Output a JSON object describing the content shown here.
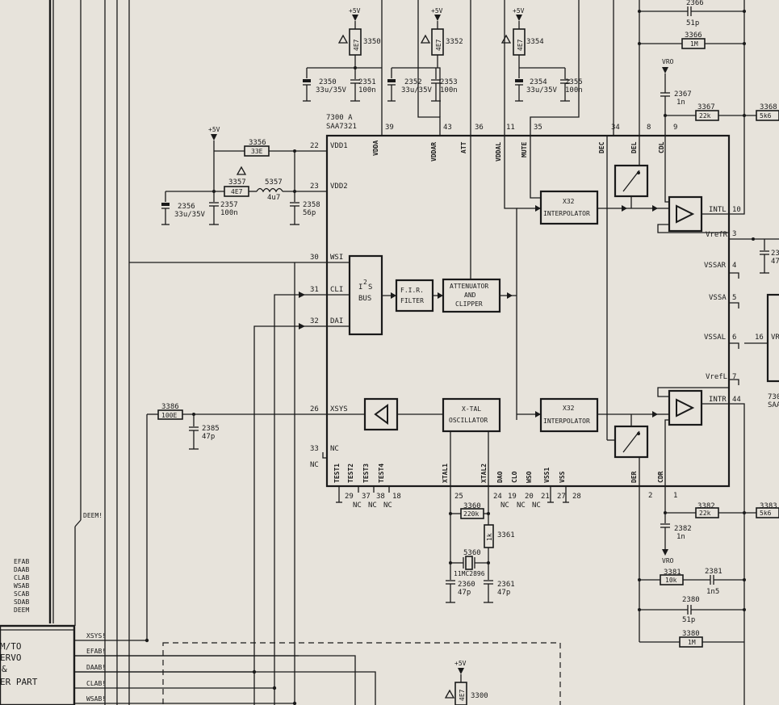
{
  "chip": {
    "ref": "7300 A",
    "type": "SAA7321",
    "ref_partial": "730",
    "type_partial": "SAA"
  },
  "power": {
    "plus5v": "+5V",
    "vro": "VRO",
    "nc": "NC"
  },
  "pins": {
    "p39": "39",
    "p43": "43",
    "p36": "36",
    "p11": "11",
    "p35": "35",
    "p34": "34",
    "p8": "8",
    "p9": "9",
    "p22": "22",
    "p23": "23",
    "p30": "30",
    "p31": "31",
    "p32": "32",
    "p26": "26",
    "p33": "33",
    "p29": "29",
    "p37": "37",
    "p38": "38",
    "p18": "18",
    "p25": "25",
    "p24": "24",
    "p19": "19",
    "p20": "20",
    "p21": "21",
    "p27": "27",
    "p28": "28",
    "p2": "2",
    "p1": "1",
    "p10": "10",
    "p3": "3",
    "p4": "4",
    "p5": "5",
    "p6": "6",
    "p7": "7",
    "p44": "44",
    "p16": "16"
  },
  "pin_names": {
    "vdd1": "VDD1",
    "vdd2": "VDD2",
    "vdda": "VDDA",
    "vddar": "VDDAR",
    "att": "ATT",
    "vddal": "VDDAL",
    "mute": "MUTE",
    "dec": "DEC",
    "del": "DEL",
    "cdl": "CDL",
    "wsi": "WSI",
    "cli": "CLI",
    "dai": "DAI",
    "xsys": "XSYS",
    "nc": "NC",
    "test1": "TEST1",
    "test2": "TEST2",
    "test3": "TEST3",
    "test4": "TEST4",
    "xtal1": "XTAL1",
    "xtal2": "XTAL2",
    "dao": "DAO",
    "clo": "CLO",
    "wso": "WSO",
    "vss1": "VSS1",
    "vss": "VSS",
    "der": "DER",
    "cdr": "CDR",
    "intl": "INTL",
    "vrefr": "VrefR",
    "vssar": "VSSAR",
    "vssa": "VSSA",
    "vssal": "VSSAL",
    "vrefl": "VrefL",
    "intr": "INTR",
    "vr": "VR"
  },
  "blocks": {
    "i2s_a": "I",
    "i2s_sup": "2",
    "i2s_b": "S",
    "bus": "BUS",
    "fir1": "F.I.R.",
    "fir2": "FILTER",
    "att1": "ATTENUATOR",
    "att2": "AND",
    "att3": "CLIPPER",
    "xtal1": "X-TAL",
    "xtal2": "OSCILLATOR",
    "interp1": "X32",
    "interp2": "INTERPOLATOR"
  },
  "components": {
    "r3350": "3350",
    "v3350": "4E7",
    "r3352": "3352",
    "v3352": "4E7",
    "r3354": "3354",
    "v3354": "4E7",
    "c2350": "2350",
    "v2350": "33u/35V",
    "c2351": "2351",
    "v2351": "100n",
    "c2352": "2352",
    "v2352": "33u/35V",
    "c2353": "2353",
    "v2353": "100n",
    "c2354": "2354",
    "v2354": "33u/35V",
    "c2355": "2355",
    "v2355": "100n",
    "r3356": "3356",
    "v3356": "33E",
    "r3357": "3357",
    "v3357": "4E7",
    "l5357": "5357",
    "v5357": "4u7",
    "c2356": "2356",
    "v2356": "33u/35V",
    "c2357": "2357",
    "v2357": "100n",
    "c2358": "2358",
    "v2358": "56p",
    "r3386": "3386",
    "v3386": "100E",
    "c2385": "2385",
    "v2385": "47p",
    "r3360": "3360",
    "v3360": "220k",
    "r3361": "3361",
    "v3361": "1k",
    "x5360": "5360",
    "v5360": "11MC2896",
    "c2360": "2360",
    "v2360": "47p",
    "c2361": "2361",
    "v2361": "47p",
    "c2366": "2366",
    "v2366": "51p",
    "r3366": "3366",
    "v3366": "1M",
    "c2367": "2367",
    "v2367": "1n",
    "r3367": "3367",
    "v3367": "22k",
    "r3368": "3368",
    "v3368": "5k6",
    "c23": "23",
    "v23": "47",
    "r3382": "3382",
    "v3382": "22k",
    "r3383": "3383",
    "v3383": "5k6",
    "c2382": "2382",
    "v2382": "1n",
    "r3381": "3381",
    "v3381": "10k",
    "c2381": "2381",
    "v2381": "1n5",
    "c2380": "2380",
    "v2380": "51p",
    "r3380": "3380",
    "v3380": "1M",
    "r3300": "3300",
    "v3300": "4E7"
  },
  "left": {
    "deem": "DEEM!",
    "bus_list": [
      "EFAB",
      "DAAB",
      "CLAB",
      "WSAB",
      "SCAB",
      "SDAB",
      "DEEM"
    ],
    "box_lines": [
      "M/TO",
      "ERVO",
      "&",
      "ER PART"
    ],
    "signals": [
      "XSYS!",
      "EFAB!",
      "DAAB!",
      "CLAB!",
      "WSAB!"
    ]
  }
}
